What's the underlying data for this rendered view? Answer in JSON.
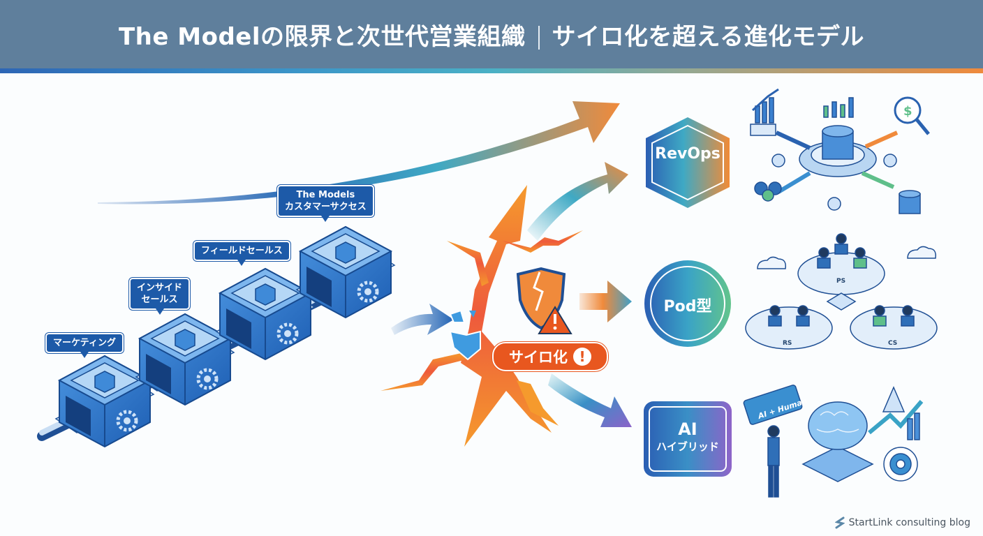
{
  "header": {
    "title_left": "The Modelの限界と次世代営業組織",
    "title_right": "サイロ化を超える進化モデル"
  },
  "colors": {
    "header_bg": "#5f7f9c",
    "primary_blue": "#1d5aa8",
    "accent_orange": "#e8571f",
    "teal": "#3fa9c4",
    "purple": "#8b63c9",
    "green": "#5fbf8a"
  },
  "pipeline": {
    "stages": [
      {
        "label": "マーケティング"
      },
      {
        "label": "インサイド\nセールス",
        "line1": "インサイド",
        "line2": "セールス"
      },
      {
        "label": "フィールドセールス"
      },
      {
        "label": "The Models\nカスタマーサクセス",
        "line1": "The Models",
        "line2": "カスタマーサクセス"
      }
    ]
  },
  "breakdown": {
    "label": "サイロ化",
    "icon": "broken-shield-warning-icon"
  },
  "evolution_models": [
    {
      "label": "RevOps",
      "shape": "hexagon"
    },
    {
      "label": "Pod型",
      "shape": "circle"
    },
    {
      "label_line1": "AI",
      "label_line2": "ハイブリッド",
      "shape": "rounded-square"
    }
  ],
  "illustrations": {
    "pod": {
      "team_labels": [
        "RS",
        "CS",
        "PS"
      ]
    },
    "ai": {
      "speech_bubble": "AI + Human"
    }
  },
  "footer": {
    "brand": "StartLink consulting blog"
  }
}
